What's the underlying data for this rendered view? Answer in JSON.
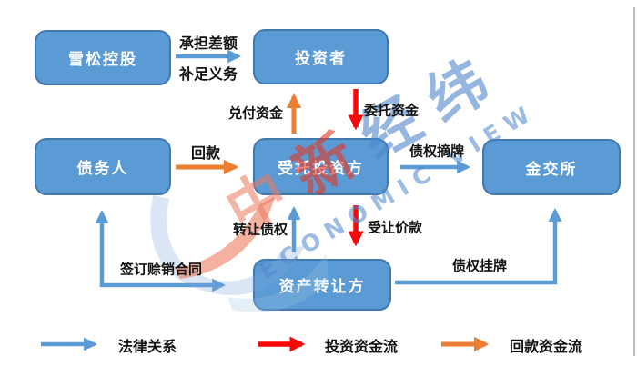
{
  "nodes": {
    "xuesong": "雪松控股",
    "investors": "投资者",
    "debtor": "债务人",
    "trustee": "受托投资方",
    "exchange": "金交所",
    "transferor": "资产转让方"
  },
  "labels": {
    "assume_diff": "承担差额",
    "make_up": "补足义务",
    "redeem_funds": "兑付资金",
    "entrust_funds": "委托资金",
    "repayment": "回款",
    "claims_delist": "债权摘牌",
    "transfer_claims": "转让债权",
    "transfer_price": "受让价款",
    "credit_contract": "签订赊销合同",
    "claims_listing": "债权挂牌"
  },
  "legend": {
    "legal": "法律关系",
    "investment": "投资资金流",
    "repay": "回款资金流"
  },
  "watermark": {
    "cn_part1": "中",
    "cn_part2": "新",
    "cn_part3": "经纬",
    "en": "ECONOMIC VIEW"
  },
  "colors": {
    "node_fill": "#5B9BD5",
    "node_border": "#4178AE",
    "arrow_blue": "#5B9BD5",
    "arrow_orange": "#ED7D31",
    "arrow_red": "#FB0505",
    "wm_red": "#E03A28",
    "wm_red_light": "#EE7A5F",
    "wm_blue": "#4E86CB"
  }
}
